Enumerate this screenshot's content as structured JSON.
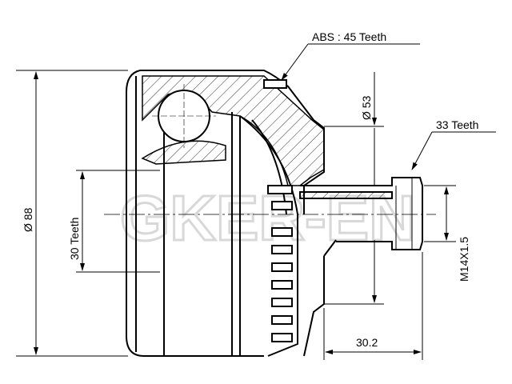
{
  "labels": {
    "abs": "ABS : 45 Teeth",
    "inner_diameter": "Ø 53",
    "outer_spline": "33 Teeth",
    "outer_diameter": "Ø 88",
    "inner_spline": "30 Teeth",
    "thread": "M14X1.5",
    "length": "30.2"
  },
  "watermark": "GKER-EN"
}
